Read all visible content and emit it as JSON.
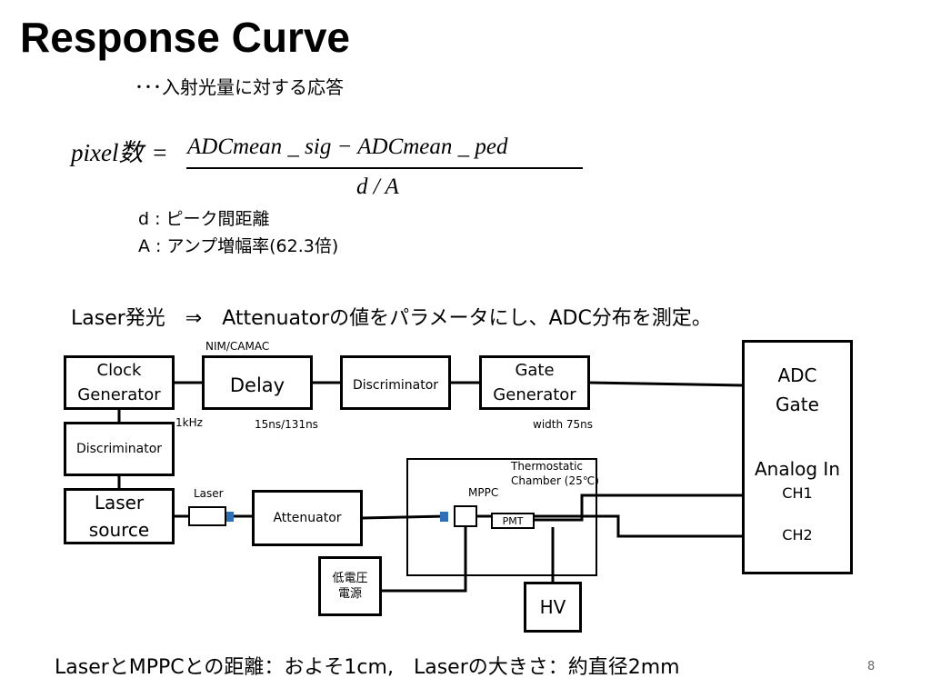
{
  "title": "Response Curve",
  "subtitle": "･･･入射光量に対する応答",
  "formula": {
    "lhs": "pixel数",
    "equals": "=",
    "numerator": "ADCmean _ sig − ADCmean _ ped",
    "denominator": "d / A"
  },
  "definitions": {
    "d": "d : ピーク間距離",
    "a": "A : アンプ増幅率(62.3倍)"
  },
  "statement": "Laser発光　⇒　Attenuatorの値をパラメータにし、ADC分布を測定。",
  "diagram": {
    "clock_generator": [
      "Clock",
      "Generator"
    ],
    "delay": "Delay",
    "delay_top_label": "NIM/CAMAC",
    "discriminator_top": "Discriminator",
    "gate_generator": [
      "Gate",
      "Generator"
    ],
    "adc": [
      "ADC",
      "Gate",
      "",
      "Analog In",
      "CH1",
      "",
      "CH2"
    ],
    "discriminator_left": "Discriminator",
    "laser_source": [
      "Laser",
      "source"
    ],
    "attenuator": "Attenuator",
    "voltage_source": [
      "低電圧",
      "電源"
    ],
    "hv": "HV",
    "pmt": "PMT",
    "label_1khz": "1kHz",
    "label_delay_time": "15ns/131ns",
    "label_width": "width  75ns",
    "label_laser": "Laser",
    "label_mppc": "MPPC",
    "label_chamber": [
      "Thermostatic",
      "Chamber (25℃)"
    ]
  },
  "footer": "LaserとMPPCとの距離：およそ1cm,　Laserの大きさ：約直径2mm",
  "page_number": "8"
}
